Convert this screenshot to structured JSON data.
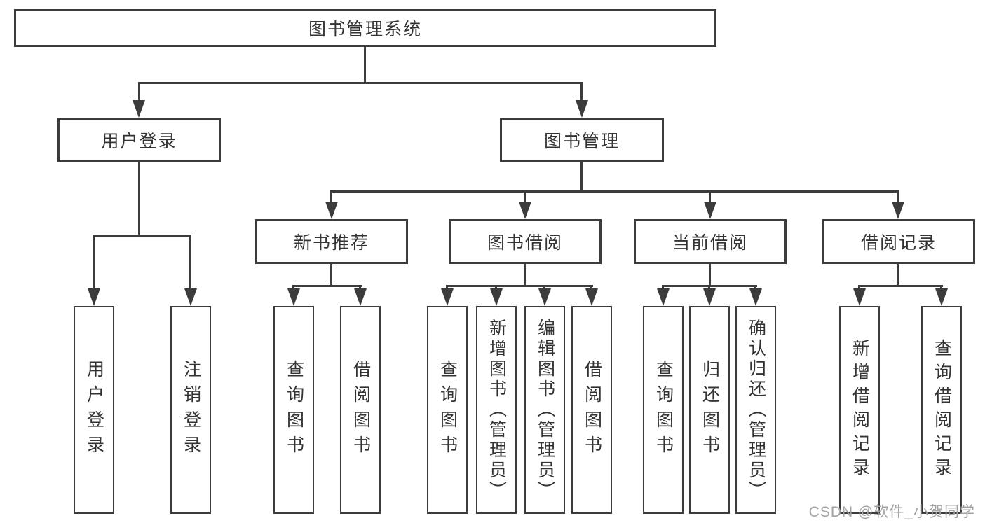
{
  "diagram_title": "图书管理系统",
  "tree": {
    "root": {
      "label": "图书管理系统"
    },
    "branches": [
      {
        "label": "用户登录",
        "children": [
          {
            "label": "用户登录"
          },
          {
            "label": "注销登录"
          }
        ]
      },
      {
        "label": "图书管理",
        "children": [
          {
            "label": "新书推荐",
            "children": [
              {
                "label": "查询图书"
              },
              {
                "label": "借阅图书"
              }
            ]
          },
          {
            "label": "图书借阅",
            "children": [
              {
                "label": "查询图书"
              },
              {
                "label": "新增图书（管理员）"
              },
              {
                "label": "编辑图书（管理员）"
              },
              {
                "label": "借阅图书"
              }
            ]
          },
          {
            "label": "当前借阅",
            "children": [
              {
                "label": "查询图书"
              },
              {
                "label": "归还图书"
              },
              {
                "label": "确认归还（管理员）"
              }
            ]
          },
          {
            "label": "借阅记录",
            "children": [
              {
                "label": "新增借阅记录"
              },
              {
                "label": "查询借阅记录"
              }
            ]
          }
        ]
      }
    ]
  },
  "watermark": {
    "text": "CSDN @软件_小贺同学"
  },
  "colors": {
    "line": "#3c3c3c",
    "text": "#333333",
    "background": "#ffffff",
    "watermark": "#a3a3a3"
  }
}
